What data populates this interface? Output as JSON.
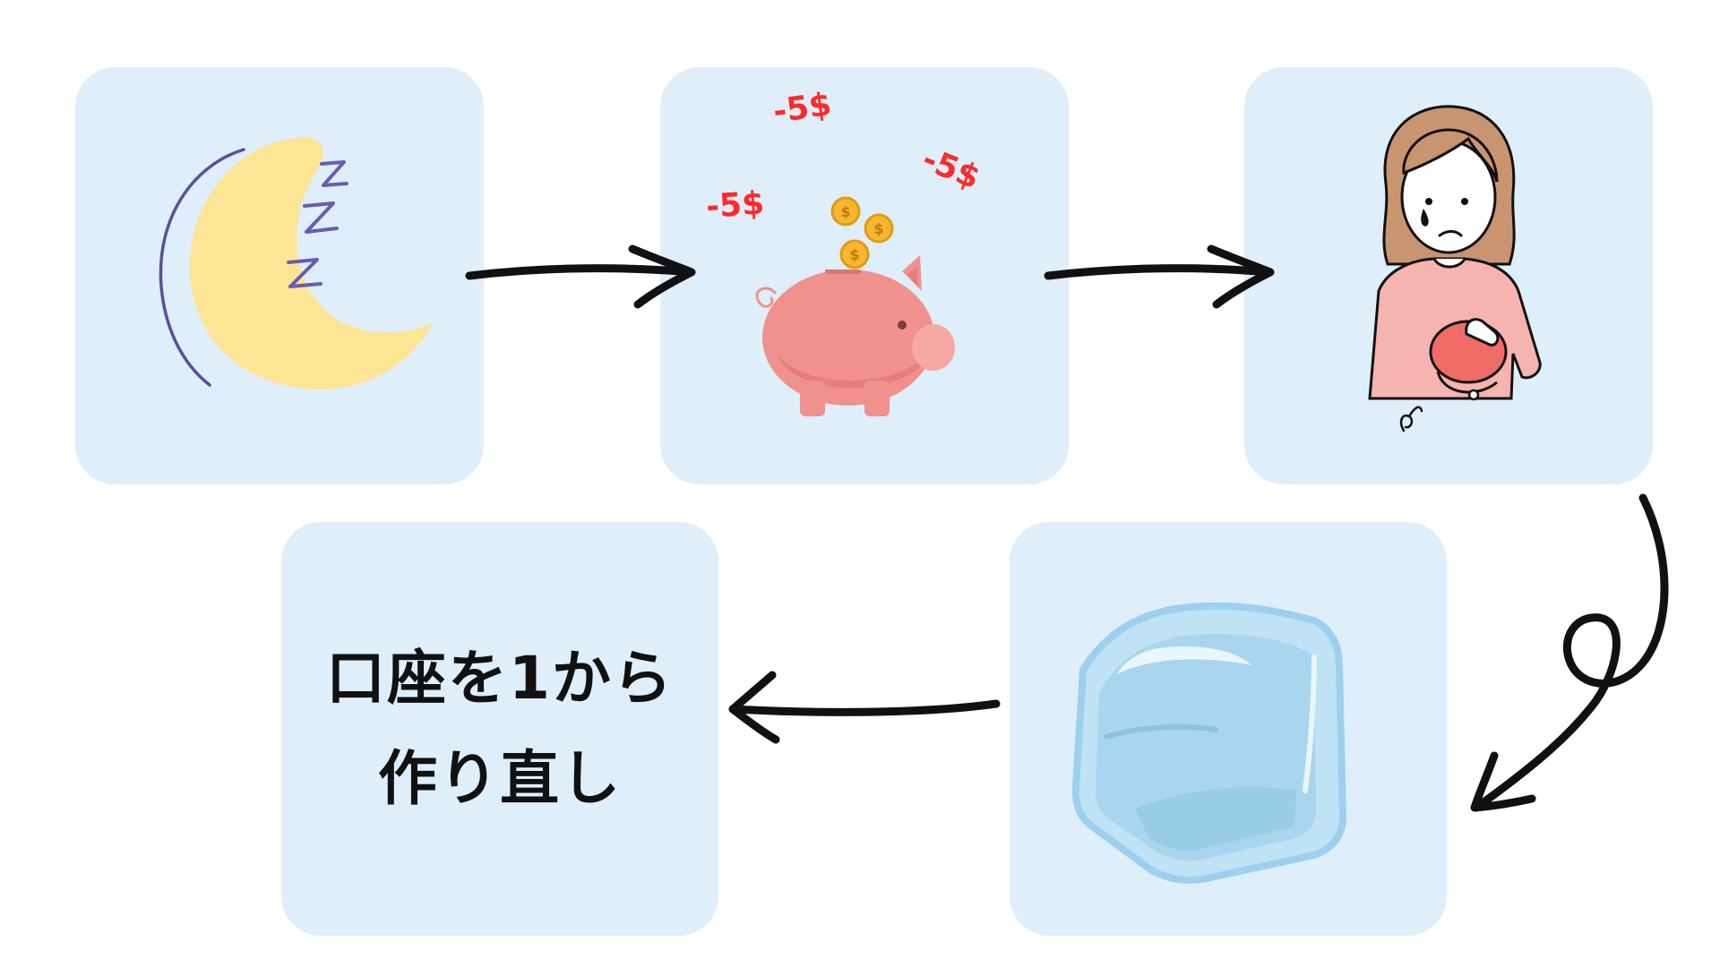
{
  "colors": {
    "card_background": "#dfeefb",
    "arrow": "#111111",
    "minus_text": "#ff2a2a",
    "moon": "#fde596",
    "piggy": "#f0918d",
    "coin": "#f5b731",
    "ice": "#bfe2f5"
  },
  "steps": [
    {
      "icon": "moon-sleeping-icon"
    },
    {
      "icon": "piggy-bank-icon",
      "minus_labels": [
        "-5$",
        "-5$",
        "-5$"
      ]
    },
    {
      "icon": "crying-woman-wallet-icon"
    },
    {
      "icon": "ice-cube-icon"
    },
    {
      "text_line1": "口座を1から",
      "text_line2": "作り直し"
    }
  ]
}
